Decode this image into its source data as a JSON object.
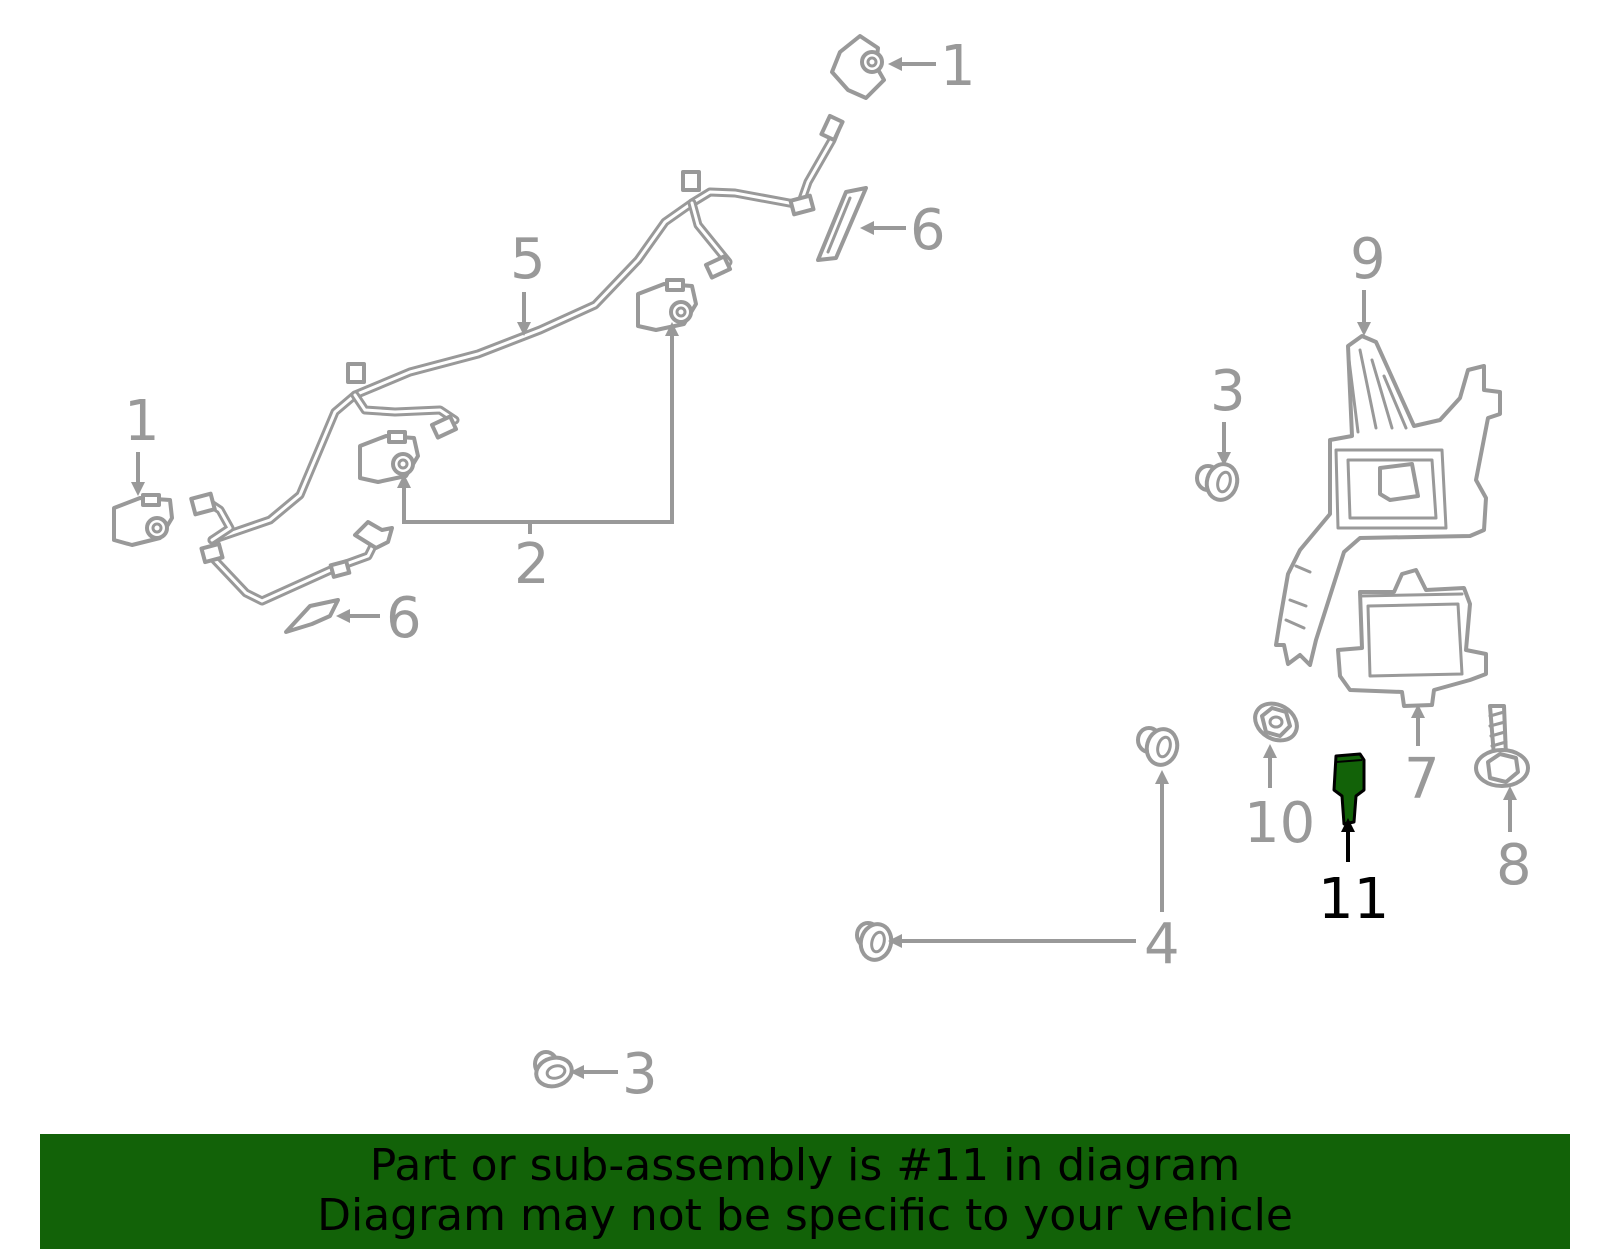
{
  "diagram": {
    "highlight_color": "#126208",
    "line_color": "#999999",
    "highlighted_part": "11",
    "callouts": [
      {
        "id": "c1a",
        "label": "1"
      },
      {
        "id": "c1b",
        "label": "1"
      },
      {
        "id": "c2",
        "label": "2"
      },
      {
        "id": "c3a",
        "label": "3"
      },
      {
        "id": "c3b",
        "label": "3"
      },
      {
        "id": "c4",
        "label": "4"
      },
      {
        "id": "c5",
        "label": "5"
      },
      {
        "id": "c6a",
        "label": "6"
      },
      {
        "id": "c6b",
        "label": "6"
      },
      {
        "id": "c7",
        "label": "7"
      },
      {
        "id": "c8",
        "label": "8"
      },
      {
        "id": "c9",
        "label": "9"
      },
      {
        "id": "c10",
        "label": "10"
      },
      {
        "id": "c11",
        "label": "11"
      }
    ]
  },
  "banner": {
    "line1": "Part or sub-assembly is #11 in diagram",
    "line2": "Diagram may not be specific to your vehicle"
  }
}
